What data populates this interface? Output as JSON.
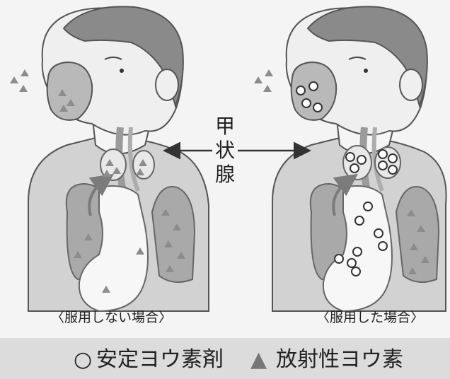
{
  "diagram": {
    "thyroid_label_chars": [
      "甲",
      "状",
      "腺"
    ],
    "captions": {
      "left": "〈服用しない場合〉",
      "right": "〈服用した場合〉"
    },
    "legend": {
      "stable_iodine_symbol": "○",
      "stable_iodine_label": "安定ヨウ素剤",
      "radioactive_iodine_symbol": "▲",
      "radioactive_iodine_label": "放射性ヨウ素"
    }
  }
}
